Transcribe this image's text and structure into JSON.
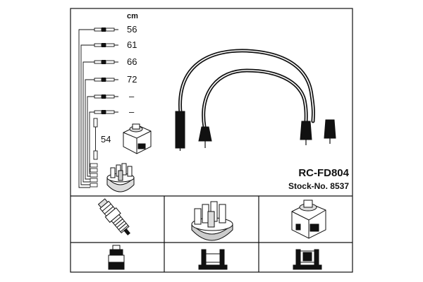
{
  "product": {
    "model": "RC-FD804",
    "stock_number": "Stock-No. 8537"
  },
  "lengths": {
    "unit": "cm",
    "items": [
      "56",
      "61",
      "66",
      "72",
      "–",
      "–"
    ],
    "side_length": "54"
  },
  "icons": {
    "cable_set": "ignition-cable-set-icon",
    "coil": "ignition-coil-icon",
    "distributor_cap": "distributor-cap-icon",
    "spark_plug": "spark-plug-icon",
    "plug_connector": "plug-connector-icon",
    "cap_terminal": "cap-terminal-icon",
    "coil_terminal": "coil-terminal-icon"
  },
  "colors": {
    "line": "#111111",
    "background": "#ffffff"
  }
}
